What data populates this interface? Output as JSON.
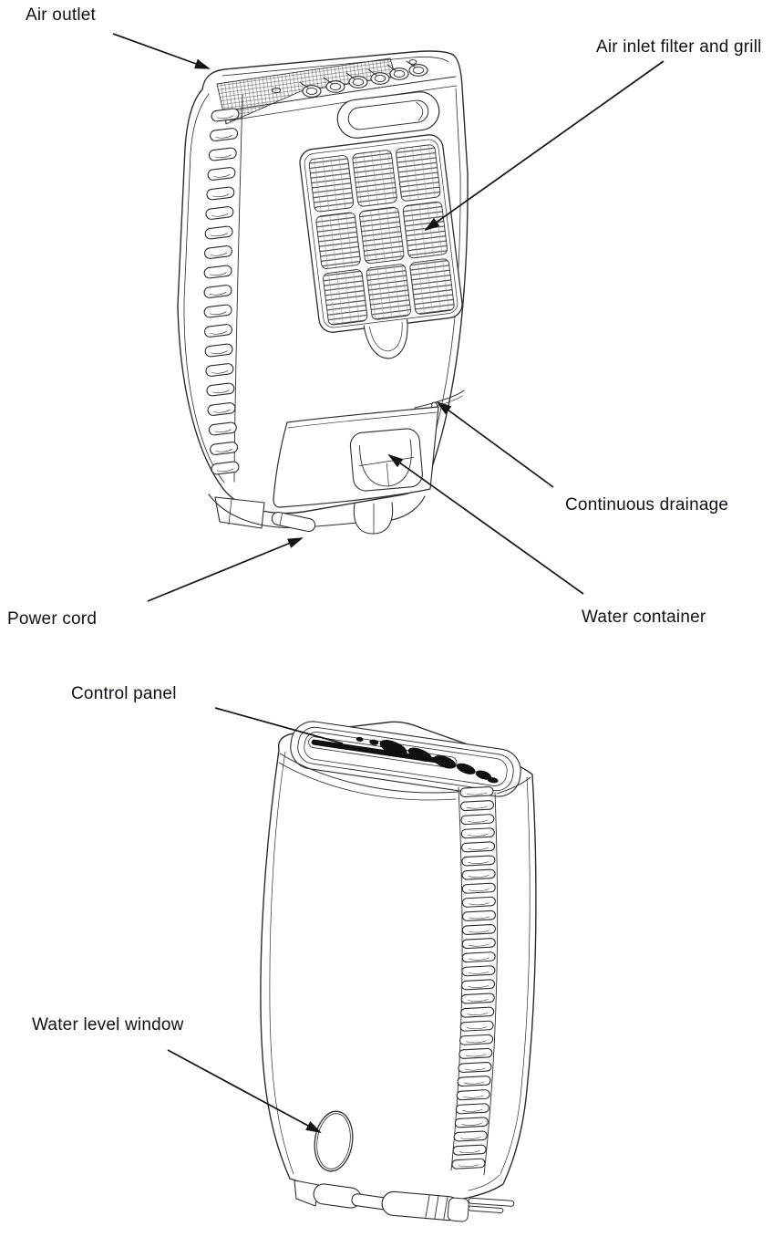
{
  "page": {
    "background": "#ffffff"
  },
  "labels": {
    "air_outlet": "Air outlet",
    "air_inlet_filter_and_grill": "Air inlet filter and grill",
    "continuous_drainage": "Continuous drainage",
    "power_cord": "Power cord",
    "water_container": "Water container",
    "control_panel": "Control panel",
    "water_level_window": "Water level window"
  },
  "colors": {
    "ink": "#2e2e2e",
    "label_text": "#10101a",
    "arrow": "#141414"
  }
}
